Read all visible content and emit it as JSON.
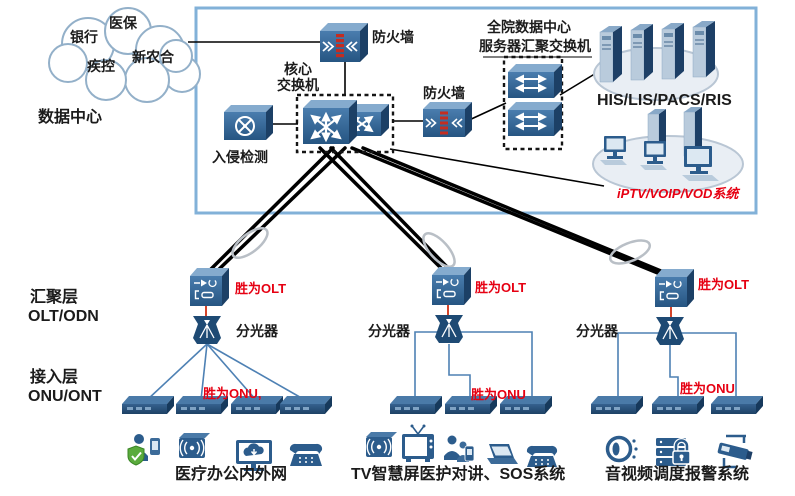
{
  "cloud": {
    "labels": [
      "银行",
      "医保",
      "疾控",
      "新农合"
    ]
  },
  "zone_labels": {
    "data_center": "数据中心",
    "aggregation_layer": "汇聚层",
    "aggregation_layer_sub": "OLT/ODN",
    "access_layer": "接入层",
    "access_layer_sub": "ONU/ONT"
  },
  "data_center": {
    "firewall_top_label": "防火墙",
    "core_switch_label_line1": "核心",
    "core_switch_label_line2": "交换机",
    "intrusion_detection_label": "入侵检测",
    "firewall_right_label": "防火墙",
    "dc_title_line1": "全院数据中心",
    "dc_title_line2": "服务器汇聚交换机",
    "servers_label": "HIS/LIS/PACS/RIS",
    "media_system_label": "iPTV/VOIP/VOD系统"
  },
  "pon_groups": [
    {
      "olt_label": "胜为OLT",
      "splitter_label": "分光器",
      "onu_label": "胜为ONU,",
      "onu_count": 4,
      "system_label": "医疗办公内外网",
      "terminal_icons": [
        "user-shield",
        "wireless-ap",
        "cloud-monitor",
        "telephone"
      ]
    },
    {
      "olt_label": "胜为OLT",
      "splitter_label": "分光器",
      "onu_label": "胜为ONU",
      "onu_count": 3,
      "system_label": "TV智慧屏医护对讲、SOS系统",
      "terminal_icons": [
        "wireless-ap",
        "tv",
        "nurse-intercom",
        "laptop",
        "telephone"
      ]
    },
    {
      "olt_label": "胜为OLT",
      "splitter_label": "分光器",
      "onu_label": "胜为ONU",
      "onu_count": 3,
      "system_label": "音视频调度报警系统",
      "terminal_icons": [
        "audio-speaker",
        "secure-server",
        "cctv-camera"
      ]
    }
  ],
  "colors": {
    "red_label": "#e60012",
    "device_blue": "#2e6092",
    "dc_border_blue": "#82b1d8",
    "pon_line_blue": "#4e81b4"
  }
}
